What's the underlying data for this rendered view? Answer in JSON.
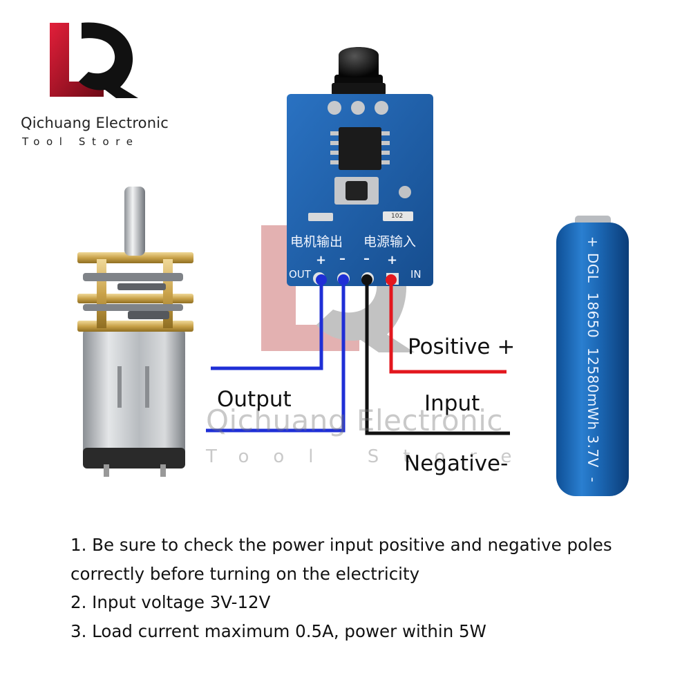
{
  "brand": {
    "name": "Qichuang Electronic",
    "subtitle": "Tool Store",
    "logo_letters": "QL"
  },
  "watermark": {
    "name": "Qichuang Electronic",
    "subtitle": "Tool Store"
  },
  "board": {
    "label_motor_output": "电机输出",
    "label_power_input": "电源输入",
    "label_out": "OUT",
    "label_in": "IN",
    "out_plus": "+",
    "out_minus": "–",
    "in_minus": "–",
    "in_plus": "+",
    "resistor_code": "102"
  },
  "battery": {
    "text": "+ DGL  18650  12580mWh 3.7V  -"
  },
  "wire_labels": {
    "positive": "Positive +",
    "output": "Output",
    "input": "Input",
    "negative": "Negative-"
  },
  "colors": {
    "wire_blue": "#1f2fd6",
    "wire_red": "#e3171e",
    "wire_black": "#111111",
    "board_blue": "#1d5ea9",
    "battery_blue": "#1b66b3",
    "logo_red": "#c8102e"
  },
  "notes": [
    "1. Be sure to check the power input positive and negative poles",
    "correctly before turning on the electricity",
    "2. Input voltage 3V-12V",
    "3. Load current maximum 0.5A, power within 5W"
  ]
}
